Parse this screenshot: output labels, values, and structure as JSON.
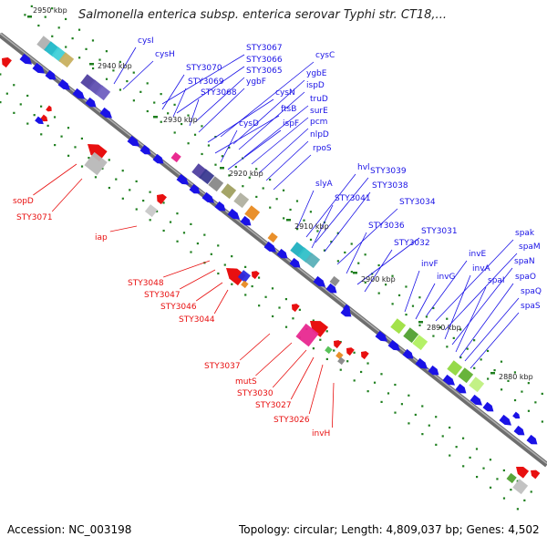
{
  "title": "Salmonella enterica subsp. enterica serovar Typhi str. CT18,...",
  "footer": {
    "accession": "Accession: NC_003198",
    "summary": "Topology: circular; Length: 4,809,037 bp; Genes: 4,502"
  },
  "colors": {
    "plus": "#1a12e6",
    "minus": "#e81010",
    "ticks": "#1f7f1f",
    "backbone": "#808080"
  },
  "ticks": [
    "2950 kbp",
    "2940 kbp",
    "2930 kbp",
    "2920 kbp",
    "2910 kbp",
    "2900 kbp",
    "2890 kbp",
    "2880 kbp"
  ],
  "blue_labels": [
    "cysI",
    "cysH",
    "STY3067",
    "STY3066",
    "STY3065",
    "STY3070",
    "STY3069",
    "STY3068",
    "cysC",
    "ygbE",
    "ygbF",
    "ispD",
    "cysN",
    "truD",
    "ftsB",
    "surE",
    "cysD",
    "ispF",
    "pcm",
    "nlpD",
    "rpoS",
    "slyA",
    "hvl",
    "STY3039",
    "STY3041",
    "STY3038",
    "STY3034",
    "STY3036",
    "STY3031",
    "STY3032",
    "spak",
    "invE",
    "spaM",
    "invF",
    "invA",
    "spaN",
    "invG",
    "spaI",
    "spaO",
    "spaQ",
    "spaS"
  ],
  "red_labels": [
    "sopD",
    "STY3071",
    "iap",
    "STY3048",
    "STY3047",
    "STY3046",
    "STY3044",
    "STY3037",
    "mutS",
    "STY3030",
    "STY3027",
    "STY3026",
    "invH"
  ]
}
